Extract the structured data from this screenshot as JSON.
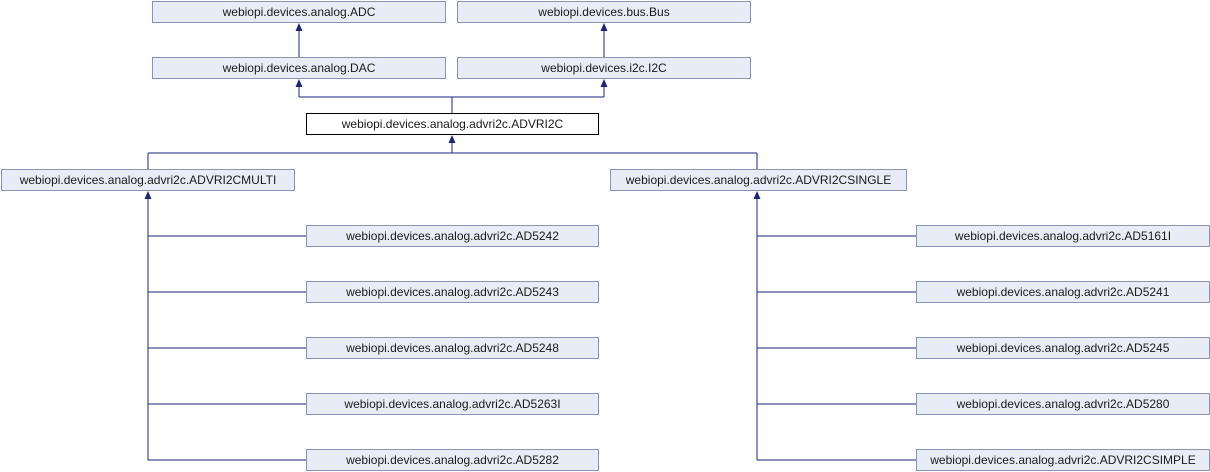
{
  "diagram": {
    "type": "class-inheritance-graph",
    "colors": {
      "edge": "#1a237e",
      "node_fill": "#e8ecf6",
      "node_border": "#8a93b8",
      "current_fill": "#ffffff",
      "current_border": "#000000"
    },
    "nodes": {
      "adc": "webiopi.devices.analog.ADC",
      "bus": "webiopi.devices.bus.Bus",
      "dac": "webiopi.devices.analog.DAC",
      "i2c": "webiopi.devices.i2c.I2C",
      "advri2c": "webiopi.devices.analog.advri2c.ADVRI2C",
      "advri2cmulti": "webiopi.devices.analog.advri2c.ADVRI2CMULTI",
      "advri2csingle": "webiopi.devices.analog.advri2c.ADVRI2CSINGLE",
      "ad5242": "webiopi.devices.analog.advri2c.AD5242",
      "ad5243": "webiopi.devices.analog.advri2c.AD5243",
      "ad5248": "webiopi.devices.analog.advri2c.AD5248",
      "ad5263i": "webiopi.devices.analog.advri2c.AD5263I",
      "ad5282": "webiopi.devices.analog.advri2c.AD5282",
      "ad5161i": "webiopi.devices.analog.advri2c.AD5161I",
      "ad5241": "webiopi.devices.analog.advri2c.AD5241",
      "ad5245": "webiopi.devices.analog.advri2c.AD5245",
      "ad5280": "webiopi.devices.analog.advri2c.AD5280",
      "advri2csimple": "webiopi.devices.analog.advri2c.ADVRI2CSIMPLE"
    },
    "current_node": "advri2c",
    "edges": [
      {
        "child": "dac",
        "parent": "adc"
      },
      {
        "child": "i2c",
        "parent": "bus"
      },
      {
        "child": "advri2c",
        "parent": "dac"
      },
      {
        "child": "advri2c",
        "parent": "i2c"
      },
      {
        "child": "advri2cmulti",
        "parent": "advri2c"
      },
      {
        "child": "advri2csingle",
        "parent": "advri2c"
      },
      {
        "child": "ad5242",
        "parent": "advri2cmulti"
      },
      {
        "child": "ad5243",
        "parent": "advri2cmulti"
      },
      {
        "child": "ad5248",
        "parent": "advri2cmulti"
      },
      {
        "child": "ad5263i",
        "parent": "advri2cmulti"
      },
      {
        "child": "ad5282",
        "parent": "advri2cmulti"
      },
      {
        "child": "ad5161i",
        "parent": "advri2csingle"
      },
      {
        "child": "ad5241",
        "parent": "advri2csingle"
      },
      {
        "child": "ad5245",
        "parent": "advri2csingle"
      },
      {
        "child": "ad5280",
        "parent": "advri2csingle"
      },
      {
        "child": "advri2csimple",
        "parent": "advri2csingle"
      }
    ]
  }
}
